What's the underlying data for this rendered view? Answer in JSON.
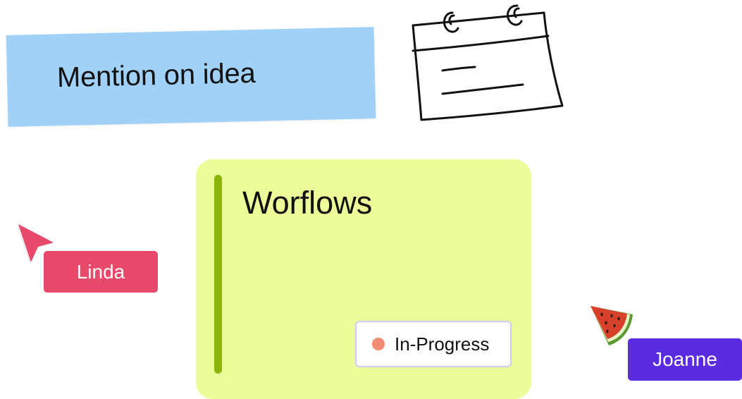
{
  "sticky_note": {
    "text": "Mention on idea",
    "color": "#a2d1f8"
  },
  "calendar": {
    "icon": "calendar-icon"
  },
  "workflow_card": {
    "title": "Worflows",
    "color": "#eafd98",
    "accent_color": "#8cb50b",
    "status": {
      "label": "In-Progress",
      "dot_color": "#f28b73",
      "border_color": "#d6c8f2"
    }
  },
  "collaborators": [
    {
      "name": "Linda",
      "color": "#e6496a",
      "cursor_icon": "pointer-arrow-icon"
    },
    {
      "name": "Joanne",
      "color": "#5b2be0",
      "cursor_icon": "watermelon-icon"
    }
  ]
}
